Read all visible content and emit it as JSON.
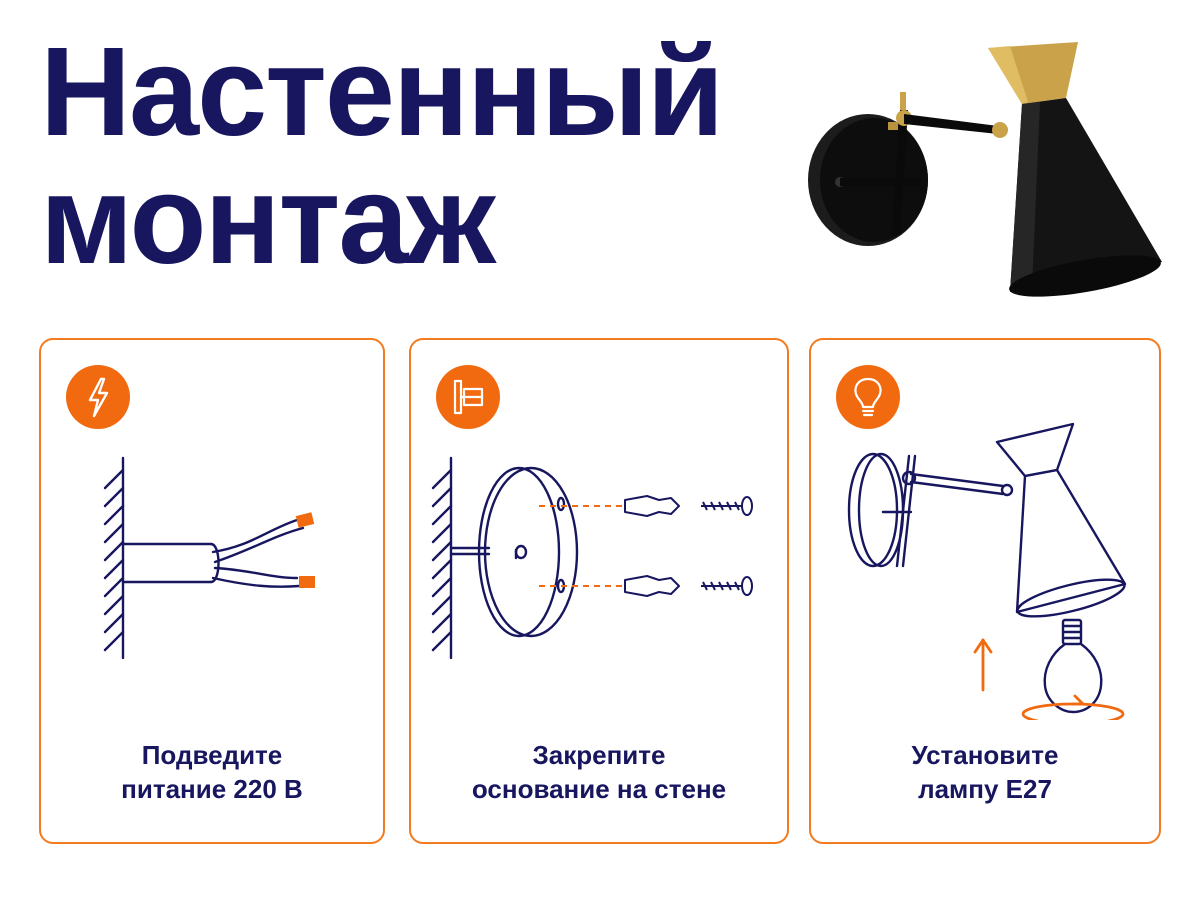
{
  "title": {
    "line1": "Настенный",
    "line2": "монтаж"
  },
  "colors": {
    "navy": "#17165f",
    "orange": "#f26a0f",
    "brass": "#c9a24a",
    "lamp_black": "#141414"
  },
  "steps": [
    {
      "icon": "lightning-icon",
      "illustration": "cable-from-wall",
      "caption_line1": "Подведите",
      "caption_line2": "питание 220 В"
    },
    {
      "icon": "wall-bracket-icon",
      "illustration": "base-plate-with-dowels-and-screws",
      "caption_line1": "Закрепите",
      "caption_line2": "основание на стене"
    },
    {
      "icon": "light-bulb-icon",
      "illustration": "lamp-with-bulb-screw-in",
      "caption_line1": "Установите",
      "caption_line2": "лампу E27"
    }
  ]
}
